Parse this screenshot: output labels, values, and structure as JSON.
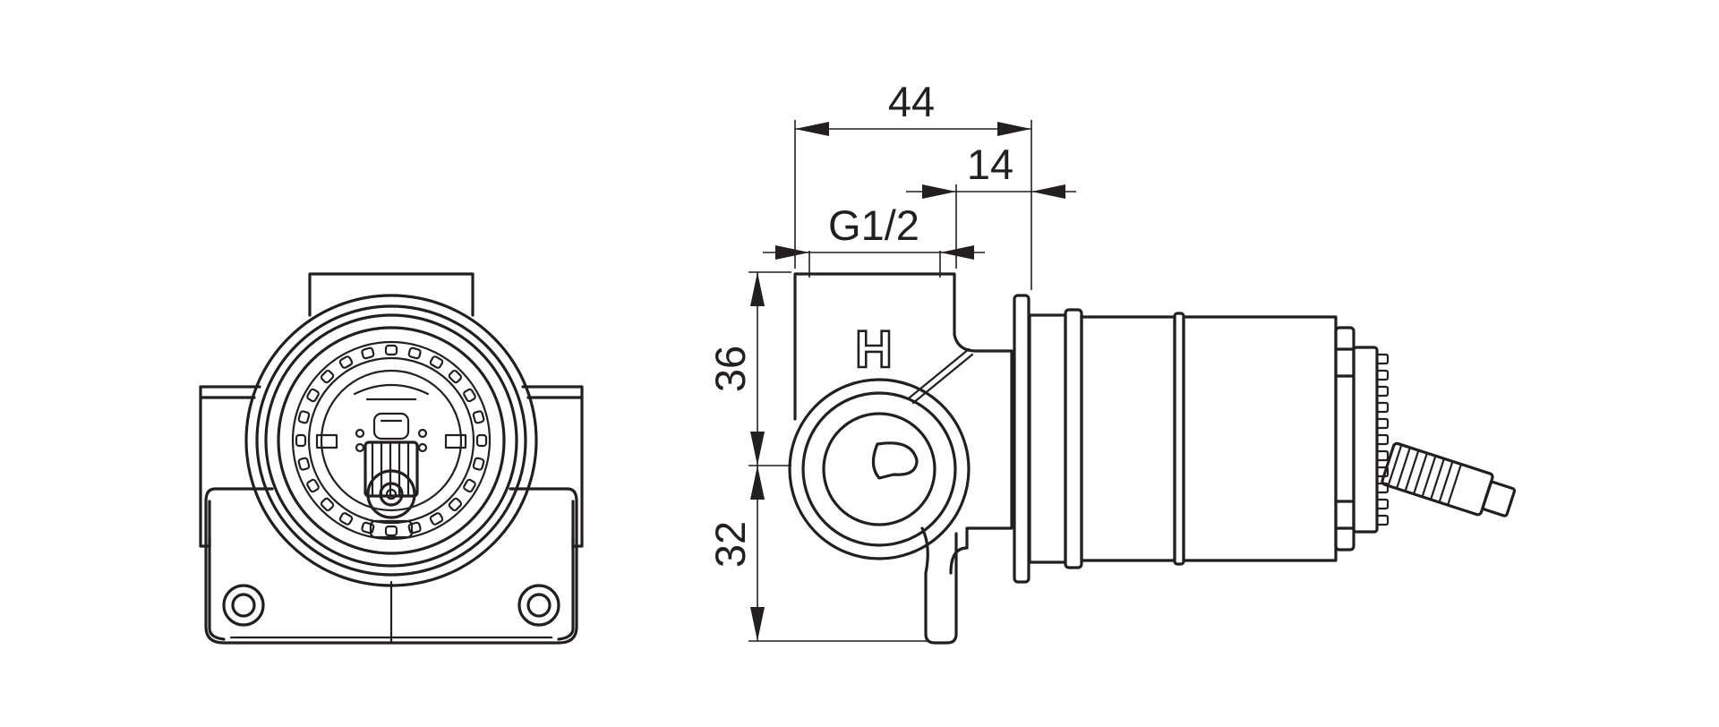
{
  "drawing": {
    "dimensions": {
      "overall_width": "44",
      "outlet_offset": "14",
      "thread": "G1/2",
      "upper_height": "36",
      "lower_height": "32"
    },
    "port_marking": "H"
  }
}
